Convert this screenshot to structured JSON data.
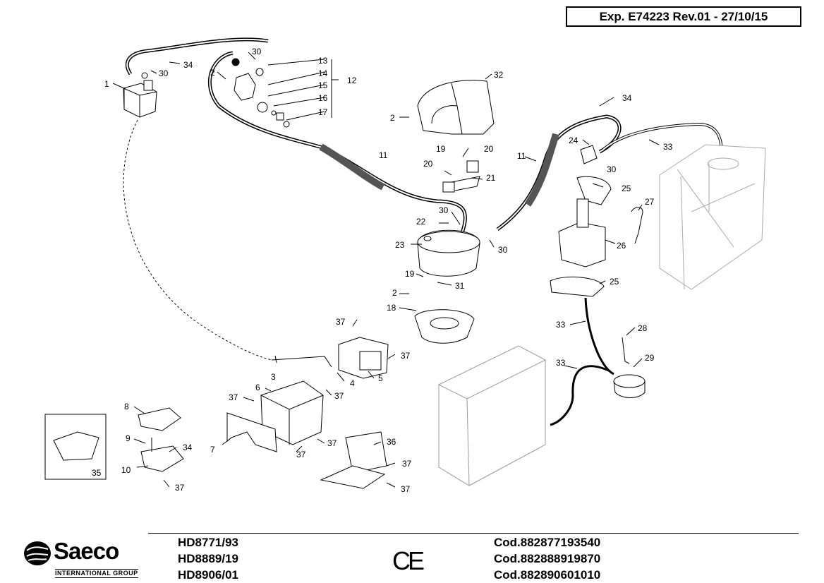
{
  "header": {
    "revision": "Exp. E74223 Rev.01 - 27/10/15"
  },
  "callouts": [
    {
      "id": "c1",
      "text": "1"
    },
    {
      "id": "c2a",
      "text": "2"
    },
    {
      "id": "c2b",
      "text": "2"
    },
    {
      "id": "c2c",
      "text": "2"
    },
    {
      "id": "c3",
      "text": "3"
    },
    {
      "id": "c4",
      "text": "4"
    },
    {
      "id": "c5",
      "text": "5"
    },
    {
      "id": "c6",
      "text": "6"
    },
    {
      "id": "c7",
      "text": "7"
    },
    {
      "id": "c8",
      "text": "8"
    },
    {
      "id": "c9",
      "text": "9"
    },
    {
      "id": "c10",
      "text": "10"
    },
    {
      "id": "c11a",
      "text": "11"
    },
    {
      "id": "c11b",
      "text": "11"
    },
    {
      "id": "c12",
      "text": "12"
    },
    {
      "id": "c13",
      "text": "13"
    },
    {
      "id": "c14",
      "text": "14"
    },
    {
      "id": "c15",
      "text": "15"
    },
    {
      "id": "c16",
      "text": "16"
    },
    {
      "id": "c17",
      "text": "17"
    },
    {
      "id": "c18",
      "text": "18"
    },
    {
      "id": "c19a",
      "text": "19"
    },
    {
      "id": "c19b",
      "text": "19"
    },
    {
      "id": "c20a",
      "text": "20"
    },
    {
      "id": "c20b",
      "text": "20"
    },
    {
      "id": "c21",
      "text": "21"
    },
    {
      "id": "c22",
      "text": "22"
    },
    {
      "id": "c23",
      "text": "23"
    },
    {
      "id": "c24",
      "text": "24"
    },
    {
      "id": "c25a",
      "text": "25"
    },
    {
      "id": "c25b",
      "text": "25"
    },
    {
      "id": "c26",
      "text": "26"
    },
    {
      "id": "c27",
      "text": "27"
    },
    {
      "id": "c28",
      "text": "28"
    },
    {
      "id": "c29",
      "text": "29"
    },
    {
      "id": "c30a",
      "text": "30"
    },
    {
      "id": "c30b",
      "text": "30"
    },
    {
      "id": "c30c",
      "text": "30"
    },
    {
      "id": "c30d",
      "text": "30"
    },
    {
      "id": "c30e",
      "text": "30"
    },
    {
      "id": "c31",
      "text": "31"
    },
    {
      "id": "c32",
      "text": "32"
    },
    {
      "id": "c33a",
      "text": "33"
    },
    {
      "id": "c33b",
      "text": "33"
    },
    {
      "id": "c33c",
      "text": "33"
    },
    {
      "id": "c34a",
      "text": "34"
    },
    {
      "id": "c34b",
      "text": "34"
    },
    {
      "id": "c34c",
      "text": "34"
    },
    {
      "id": "c35",
      "text": "35"
    },
    {
      "id": "c36",
      "text": "36"
    },
    {
      "id": "c37a",
      "text": "37"
    },
    {
      "id": "c37b",
      "text": "37"
    },
    {
      "id": "c37c",
      "text": "37"
    },
    {
      "id": "c37d",
      "text": "37"
    },
    {
      "id": "c37e",
      "text": "37"
    },
    {
      "id": "c37f",
      "text": "37"
    },
    {
      "id": "c37g",
      "text": "37"
    },
    {
      "id": "c37h",
      "text": "37"
    },
    {
      "id": "c37i",
      "text": "37"
    }
  ],
  "footer": {
    "brand": "Saeco",
    "brand_sub": "INTERNATIONAL GROUP",
    "ce_mark": "CE",
    "models": [
      "HD8771/93",
      "HD8889/19",
      "HD8906/01"
    ],
    "codes": [
      "Cod.882877193540",
      "Cod.882888919870",
      "Cod.882890601010"
    ]
  }
}
